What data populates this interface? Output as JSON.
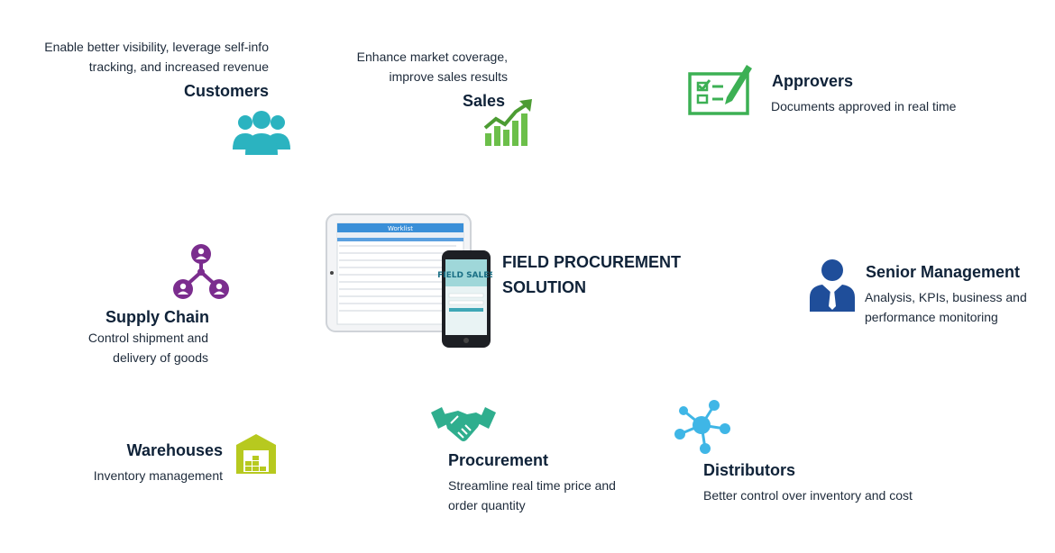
{
  "center": {
    "title_line1": "FIELD PROCUREMENT",
    "title_line2": "SOLUTION",
    "tablet_header": "Worklist",
    "phone_brand": "FIELD SALES"
  },
  "nodes": {
    "customers": {
      "title": "Customers",
      "desc1": "Enable better visibility, leverage self-info",
      "desc2": "tracking, and increased revenue",
      "icon": "users-group-icon"
    },
    "sales": {
      "title": "Sales",
      "desc1": "Enhance market coverage,",
      "desc2": "improve sales results",
      "icon": "growth-chart-icon"
    },
    "approvers": {
      "title": "Approvers",
      "desc1": "Documents approved in real time",
      "icon": "checklist-pencil-icon"
    },
    "senior": {
      "title": "Senior Management",
      "desc1": "Analysis, KPIs, business and",
      "desc2": "performance monitoring",
      "icon": "businessman-icon"
    },
    "supply": {
      "title": "Supply Chain",
      "desc1": "Control shipment and",
      "desc2": "delivery of goods",
      "icon": "network-people-icon"
    },
    "warehouses": {
      "title": "Warehouses",
      "desc1": "Inventory management",
      "icon": "warehouse-icon"
    },
    "procurement": {
      "title": "Procurement",
      "desc1": "Streamline real time price and",
      "desc2": "order quantity",
      "icon": "handshake-icon"
    },
    "distributors": {
      "title": "Distributors",
      "desc1": "Better control over inventory and cost",
      "icon": "hub-nodes-icon"
    }
  },
  "colors": {
    "customers": "#2bb3c0",
    "sales": "#5cb85c",
    "approvers": "#3cb054",
    "senior": "#1f4e9a",
    "supply": "#7b2d8e",
    "warehouses": "#b7c91f",
    "procurement": "#2fae8e",
    "distributors": "#3fb6e6"
  }
}
